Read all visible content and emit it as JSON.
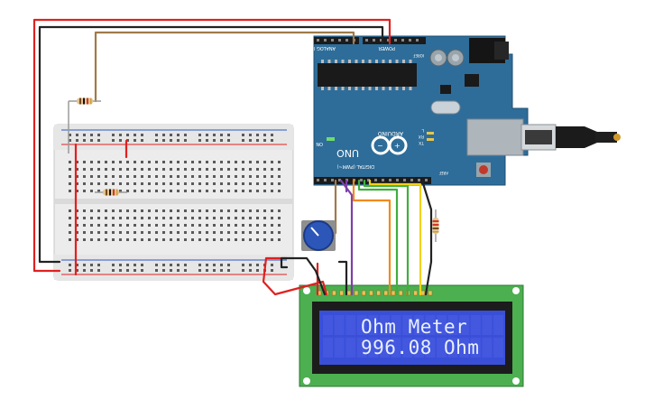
{
  "lcd": {
    "line1": "Ohm Meter",
    "line2": "996.08 Ohm"
  },
  "arduino": {
    "brand": "ARDUINO",
    "model": "UNO",
    "on_label": "ON",
    "tx_label": "TX",
    "rx_label": "RX",
    "l_label": "L",
    "digital_label": "DIGITAL (PWM~)",
    "analog_label": "ANALOG IN",
    "power_label": "POWER",
    "aref_label": "AREF",
    "ioref_label": "IOREF"
  },
  "colors": {
    "arduino_board": "#2e6d99",
    "lcd_pcb": "#4caf50",
    "lcd_screen": "#3a4fd8",
    "breadboard": "#eeeeee",
    "wire_red": "#e02020",
    "wire_black": "#222222",
    "wire_brown": "#a07a4a",
    "wire_purple": "#7e3fa6",
    "wire_orange": "#f08a1c",
    "wire_green": "#3fae3f",
    "wire_yellow": "#f2d21b",
    "pot_knob": "#2c56b8"
  }
}
